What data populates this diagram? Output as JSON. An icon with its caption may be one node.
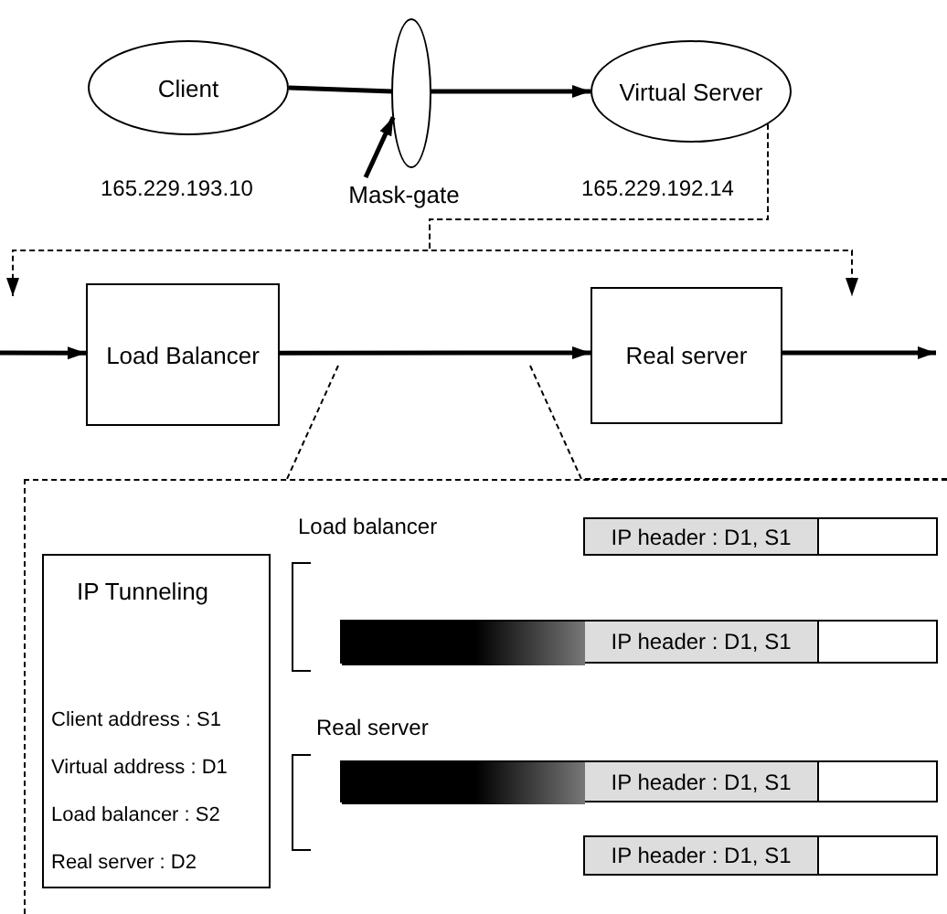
{
  "diagram": {
    "nodes": [
      {
        "text": [
          "Client"
        ],
        "beside": [
          "165.229.193.10"
        ]
      },
      {
        "text": [],
        "shape": "circle"
      },
      {
        "text": [
          "Virtual Server"
        ],
        "beside": [
          "165.229.192.14"
        ]
      },
      {
        "text": [
          "Mask-gate"
        ]
      },
      {
        "text": [
          "Load Balancer"
        ]
      },
      {
        "text": [
          "Real server"
        ]
      },
      {
        "text": [],
        "shape": "box"
      },
      {
        "text": [
          "IP Tunneling",
          "Client address : S1",
          "Virtual address : D1",
          "Load balancer : S2",
          "Real server : D2"
        ],
        "in": 6
      },
      {
        "text": [
          "IP header : D1, S1"
        ],
        "in": 6
      },
      {
        "text": [
          "IP header : D1, S1"
        ],
        "in": 6
      },
      {
        "text": [],
        "shape": "bar",
        "in": 9
      },
      {
        "text": [
          "IP header : D1, S1"
        ],
        "in": 6
      },
      {
        "text": [],
        "shape": "bar",
        "in": 11
      },
      {
        "text": [
          "IP header : D1, S1"
        ],
        "in": 6
      }
    ],
    "edges": [
      {
        "from": 0,
        "to": 1,
        "arrow": "none"
      },
      {
        "from": 1,
        "to": 2,
        "arrow": "to"
      },
      {
        "from": 3,
        "to": 1,
        "arrow": "to"
      },
      {
        "from": 2,
        "to": null,
        "arrow": "to",
        "style": "dashed"
      },
      {
        "from": 2,
        "to": null,
        "arrow": "to",
        "style": "dashed"
      },
      {
        "from": null,
        "to": 4,
        "arrow": "to"
      },
      {
        "from": 4,
        "to": 5,
        "arrow": "to"
      },
      {
        "from": 5,
        "to": null,
        "arrow": "to"
      }
    ],
    "labels": [
      "Load balancer",
      "Real server"
    ]
  }
}
